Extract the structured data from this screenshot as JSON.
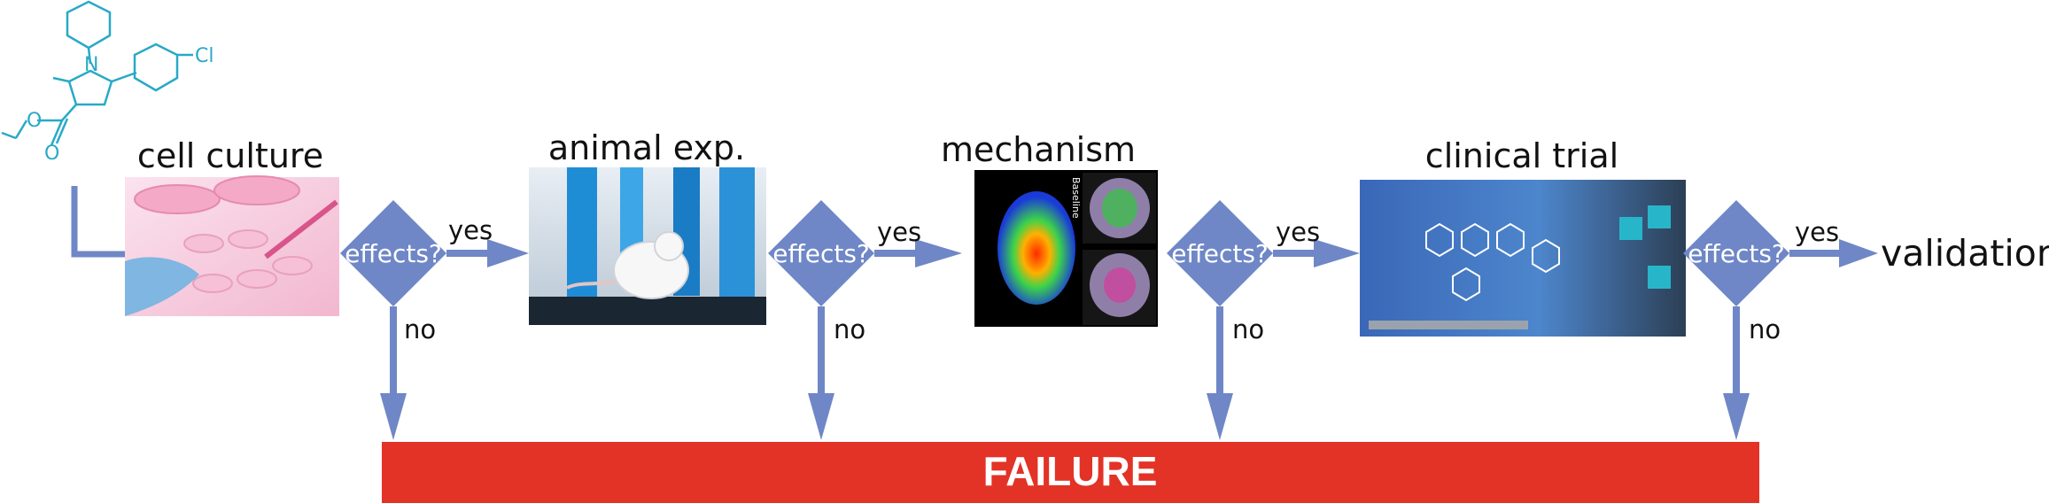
{
  "molecule": {
    "atom_n": "N",
    "atom_cl": "Cl",
    "atom_o1": "O",
    "atom_o2": "O"
  },
  "stages": [
    {
      "title": "cell culture"
    },
    {
      "title": "animal exp."
    },
    {
      "title": "mechanism",
      "image_label": "Baseline"
    },
    {
      "title": "clinical trial"
    }
  ],
  "decisions": [
    {
      "question": "effects?",
      "yes": "yes",
      "no": "no"
    },
    {
      "question": "effects?",
      "yes": "yes",
      "no": "no"
    },
    {
      "question": "effects?",
      "yes": "yes",
      "no": "no"
    },
    {
      "question": "effects?",
      "yes": "yes",
      "no": "no"
    }
  ],
  "end_label": "validation",
  "failure_label": "FAILURE",
  "colors": {
    "flow": "#6f87c6",
    "failure": "#e33226",
    "molecule": "#29a9c7"
  }
}
